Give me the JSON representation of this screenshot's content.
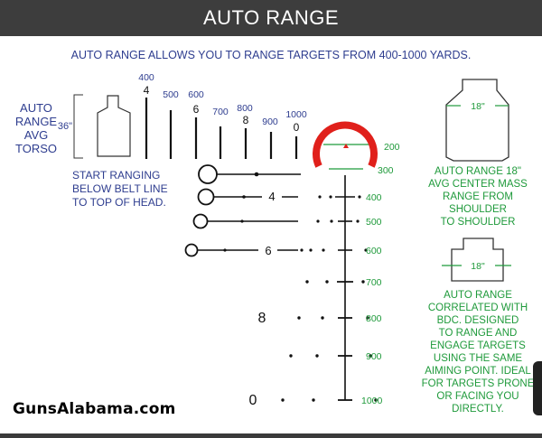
{
  "header": {
    "title": "AUTO RANGE"
  },
  "intro": "AUTO RANGE ALLOWS YOU TO RANGE TARGETS FROM 400-1000 YARDS.",
  "left_label": [
    "AUTO",
    "RANGE",
    "AVG",
    "TORSO"
  ],
  "torso_height_label": "36\"",
  "ranging_note": [
    "START RANGING",
    "BELOW BELT LINE",
    "TO TOP OF HEAD."
  ],
  "top_scale": {
    "numbers": [
      "400",
      "500",
      "600",
      "700",
      "800",
      "900",
      "1000"
    ],
    "reticle_digits": [
      "4",
      "6",
      "8",
      "0"
    ]
  },
  "horseshoe_ranges": [
    "200",
    "300"
  ],
  "stadia_left_digits": [
    "4",
    "6"
  ],
  "bdc_ranges": [
    "400",
    "500",
    "600",
    "700",
    "800",
    "900",
    "1000"
  ],
  "bdc_left_digits": [
    "8",
    "0"
  ],
  "right_top": {
    "width_label": "18\"",
    "caption": [
      "AUTO RANGE 18\"",
      "AVG CENTER MASS",
      "RANGE FROM",
      "SHOULDER",
      "TO SHOULDER"
    ]
  },
  "right_bottom": {
    "width_label": "18\"",
    "caption": [
      "AUTO RANGE",
      "CORRELATED WITH",
      "BDC. DESIGNED",
      "TO RANGE AND",
      "ENGAGE TARGETS",
      "USING THE SAME",
      "AIMING POINT. IDEAL",
      "FOR TARGETS PRONE",
      "OR FACING YOU",
      "DIRECTLY."
    ]
  },
  "watermark": "GunsAlabama.com",
  "colors": {
    "header_bg": "#3d3d3d",
    "blue_text": "#2e3d8f",
    "green_text": "#1f9a3b",
    "horseshoe_red": "#e0201b"
  }
}
